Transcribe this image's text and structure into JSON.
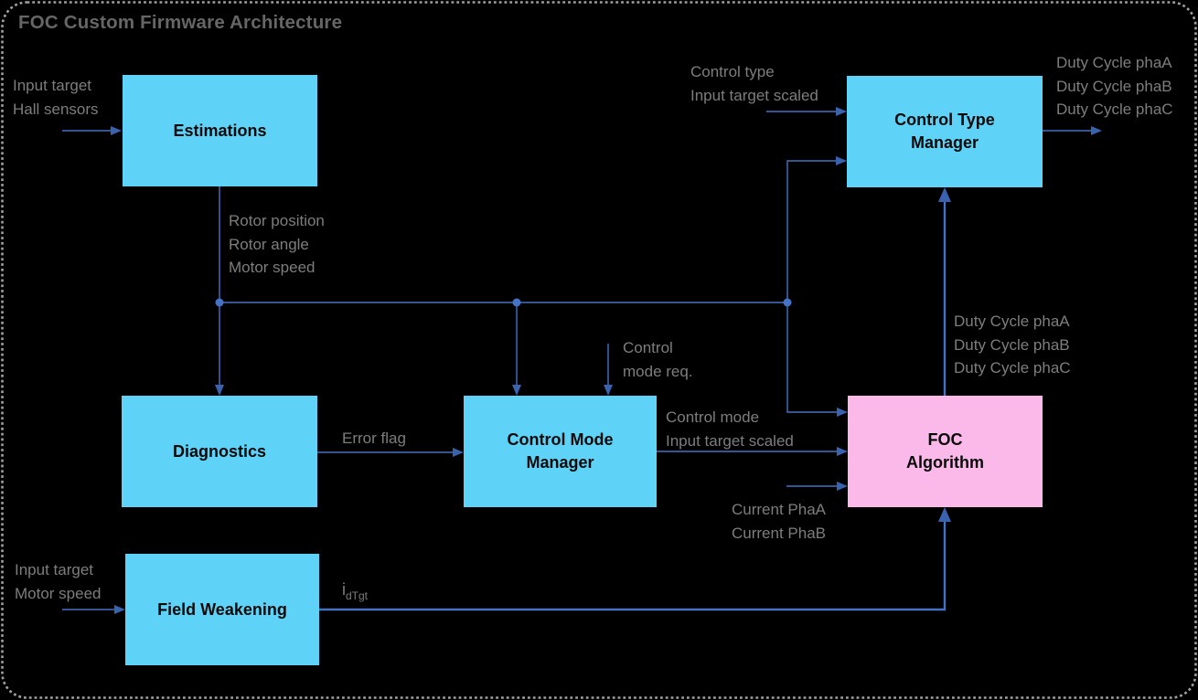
{
  "title": "FOC Custom Firmware Architecture",
  "colors": {
    "background": "#000000",
    "node_cyan": "#5FD3F7",
    "node_pink": "#FBB9E9",
    "line_blue": "#4472C4",
    "arrowhead_blue": "#3A63AF",
    "label_gray": "#7D7D7D",
    "title_gray": "#666666",
    "border_gray": "#A0A0A0"
  },
  "nodes": {
    "estimations": {
      "label": "Estimations"
    },
    "control_type_manager": {
      "label": "Control Type\nManager"
    },
    "diagnostics": {
      "label": "Diagnostics"
    },
    "control_mode_manager": {
      "label": "Control Mode\nManager"
    },
    "foc_algorithm": {
      "label": "FOC\nAlgorithm"
    },
    "field_weakening": {
      "label": "Field Weakening"
    }
  },
  "labels": {
    "input_hall": "Input target\nHall sensors",
    "control_type_scaled": "Control type\nInput target scaled",
    "duty_cycle_out": "Duty Cycle phaA\nDuty Cycle phaB\nDuty Cycle phaC",
    "rotor_outputs": "Rotor position\nRotor angle\nMotor speed",
    "control_mode_req": "Control\nmode req.",
    "duty_cycle_mid": "Duty Cycle phaA\nDuty Cycle phaB\nDuty Cycle phaC",
    "error_flag": "Error flag",
    "control_mode_scaled": "Control mode\nInput target scaled",
    "currents": "Current PhaA\nCurrent PhaB",
    "input_motor": "Input target\nMotor speed",
    "idtgt": {
      "base": "i",
      "sub": "dTgt"
    }
  }
}
